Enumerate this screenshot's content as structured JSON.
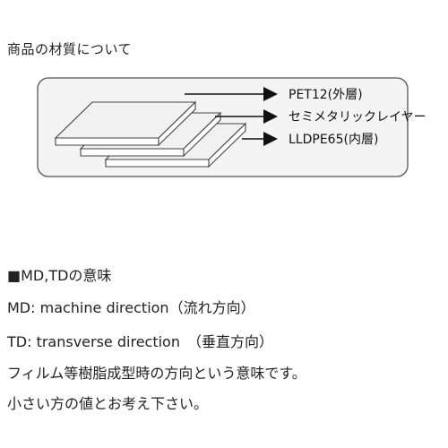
{
  "heading": "商品の材質について",
  "layers": [
    {
      "label": "PET12(外層)"
    },
    {
      "label": "セミメタリックレイヤー"
    },
    {
      "label": "LLDPE65(内層)"
    }
  ],
  "section_title": "■MD,TDの意味",
  "md_definition": "MD: machine direction（流れ方向）",
  "td_definition": "TD: transverse direction　（垂直方向）",
  "note_1": "フィルム等樹脂成型時の方向という意味です。",
  "note_2": "小さい方の値とお考え下さい。",
  "colors": {
    "frame_border": "#555555",
    "frame_fill": "#f4f4f4",
    "layer_face": "#f2f2f2",
    "layer_edge": "#ffffff",
    "arrow": "#111111"
  }
}
